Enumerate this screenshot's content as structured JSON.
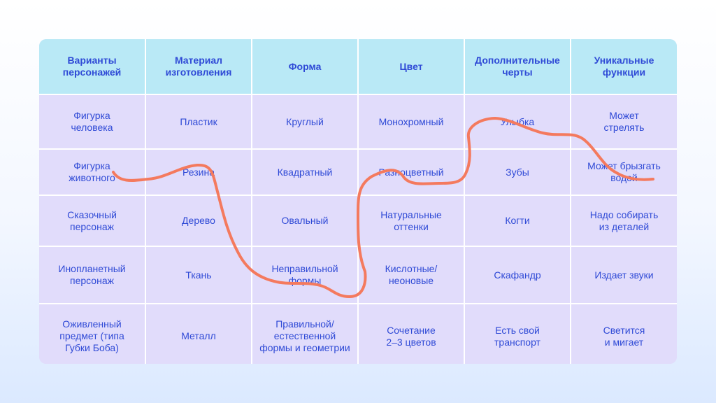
{
  "table": {
    "headers": [
      "Варианты\nперсонажей",
      "Материал\nизготовления",
      "Форма",
      "Цвет",
      "Дополнительные\nчерты",
      "Уникальные\nфункции"
    ],
    "rows": [
      [
        "Фигурка\nчеловека",
        "Пластик",
        "Круглый",
        "Монохромный",
        "Улыбка",
        "Может\nстрелять"
      ],
      [
        "Фигурка\nживотного",
        "Резина",
        "Квадратный",
        "Разноцветный",
        "Зубы",
        "Может брызгать\nводой"
      ],
      [
        "Сказочный\nперсонаж",
        "Дерево",
        "Овальный",
        "Натуральные\nоттенки",
        "Когти",
        "Надо собирать\nиз деталей"
      ],
      [
        "Инопланетный\nперсонаж",
        "Ткань",
        "Неправильной\nформы",
        "Кислотные/\nнеоновые",
        "Скафандр",
        "Издает звуки"
      ],
      [
        "Оживленный\nпредмет (типа\nГубки Боба)",
        "Металл",
        "Правильной/\nестественной\nформы и геометрии",
        "Сочетание\n2–3 цветов",
        "Есть свой\nтранспорт",
        "Светится\nи мигает"
      ]
    ]
  },
  "colors": {
    "header_bg": "#b9e9f6",
    "cell_bg": "#e1dcfb",
    "text": "#2f4ad6",
    "path_stroke": "#f47a5e"
  }
}
